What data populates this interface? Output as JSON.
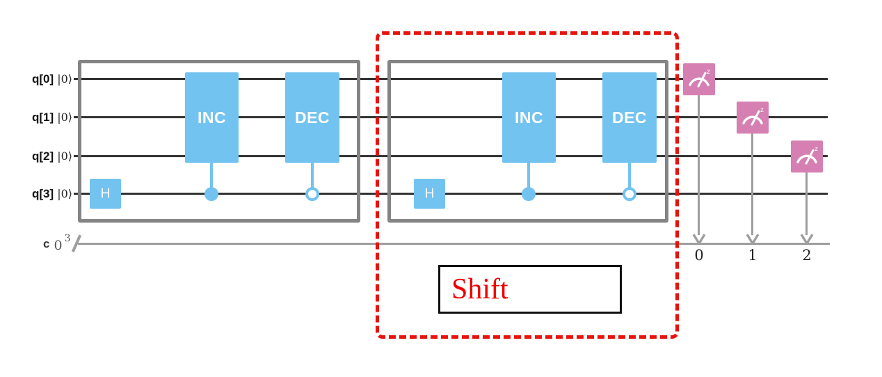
{
  "qubits": [
    {
      "name": "q[0]",
      "ket": "|0⟩"
    },
    {
      "name": "q[1]",
      "ket": "|0⟩"
    },
    {
      "name": "q[2]",
      "ket": "|0⟩"
    },
    {
      "name": "q[3]",
      "ket": "|0⟩"
    }
  ],
  "classical_register": {
    "name": "c",
    "index": "0",
    "size": "3"
  },
  "gate_labels": {
    "hadamard": "H",
    "increment": "INC",
    "decrement": "DEC"
  },
  "measurement": {
    "basis_label": "z",
    "bit_labels": [
      "0",
      "1",
      "2"
    ]
  },
  "annotation": {
    "shift_label": "Shift"
  },
  "colors": {
    "gate_blue": "#73c3f0",
    "measure_pink": "#d57fb2",
    "quantum_wire": "#333333",
    "classical_wire": "#9e9e9e",
    "block_border": "#848484",
    "highlight_red": "#e8120c",
    "shift_text_red": "#ee0000",
    "gate_text": "#ffffff"
  }
}
